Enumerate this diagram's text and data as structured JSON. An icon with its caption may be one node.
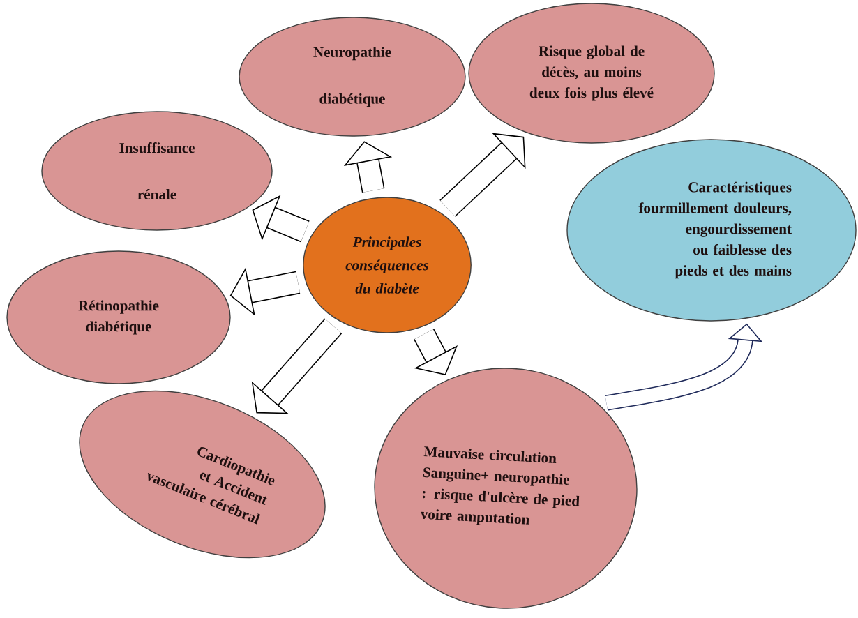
{
  "diagram": {
    "nodes": [
      {
        "text": [
          "Principales conséquences du diabète"
        ]
      },
      {
        "text": [
          "Neuropathie diabétique"
        ]
      },
      {
        "text": [
          "Risque global de décès, au moins deux fois plus élevé"
        ]
      },
      {
        "text": [
          "Insuffisance rénale"
        ]
      },
      {
        "text": [
          "Caractéristiques fourmillement douleurs, engourdissement ou faiblesse des pieds et des mains"
        ]
      },
      {
        "text": [
          "Rétinopathie diabétique"
        ]
      },
      {
        "text": [
          "Cardiopathie et Accident vasculaire cérébral"
        ]
      },
      {
        "text": [
          "Mauvaise circulation Sanguine+ neuropathie : risque d'ulcère de pied voire amputation"
        ]
      }
    ],
    "edges": [
      {
        "from": 0,
        "to": 1,
        "arrow": "to"
      },
      {
        "from": 0,
        "to": 2,
        "arrow": "to"
      },
      {
        "from": 0,
        "to": 3,
        "arrow": "to"
      },
      {
        "from": 0,
        "to": 5,
        "arrow": "to"
      },
      {
        "from": 0,
        "to": 6,
        "arrow": "to"
      },
      {
        "from": 0,
        "to": 7,
        "arrow": "to"
      },
      {
        "from": 7,
        "to": 4,
        "arrow": "to",
        "color": "#1f2a5a"
      }
    ]
  }
}
